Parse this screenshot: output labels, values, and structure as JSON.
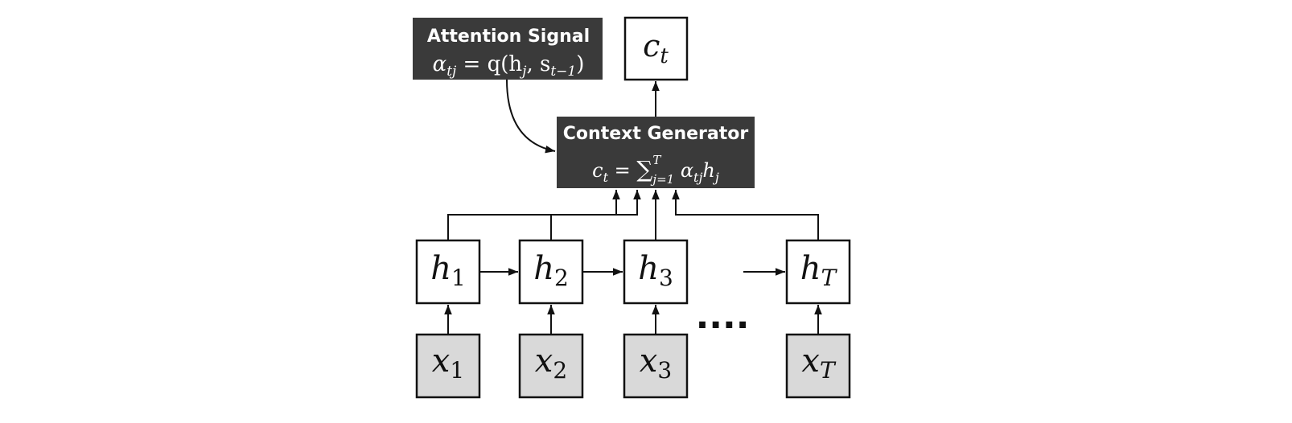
{
  "attention": {
    "title": "Attention Signal",
    "formula_lhs": "α",
    "formula_lhs_sub": "tj",
    "formula_rhs_open": " = q(h",
    "formula_rhs_sub1": "j",
    "formula_rhs_mid": ", s",
    "formula_rhs_sub2": "t−1",
    "formula_rhs_close": ")"
  },
  "context_output": {
    "base": "c",
    "sub": "t"
  },
  "context_generator": {
    "title": "Context Generator",
    "f_c": "c",
    "f_c_sub": "t",
    "f_eq": " = ",
    "f_sum": "∑",
    "f_sum_sup": "T",
    "f_sum_sub": "j=1",
    "f_alpha": " α",
    "f_alpha_sub": "tj",
    "f_h": "h",
    "f_h_sub": "j"
  },
  "hidden_states": [
    {
      "base": "h",
      "sub": "1"
    },
    {
      "base": "h",
      "sub": "2"
    },
    {
      "base": "h",
      "sub": "3"
    },
    {
      "base": "h",
      "sub": "T"
    }
  ],
  "inputs": [
    {
      "base": "x",
      "sub": "1"
    },
    {
      "base": "x",
      "sub": "2"
    },
    {
      "base": "x",
      "sub": "3"
    },
    {
      "base": "x",
      "sub": "T"
    }
  ],
  "ellipsis": "....",
  "colors": {
    "dark_box": "#3a3a3a",
    "input_fill": "#d9d9d9",
    "stroke": "#111111"
  }
}
